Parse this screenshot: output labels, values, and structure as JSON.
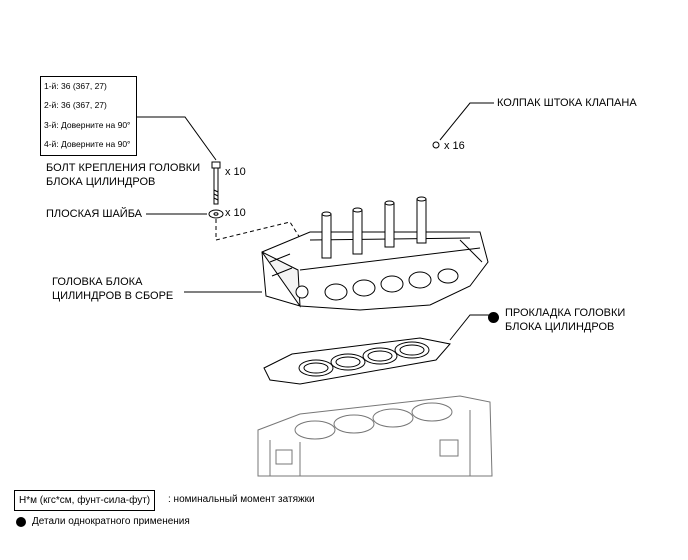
{
  "torque_spec": {
    "steps": [
      "1-й: 36 (367, 27)",
      "2-й: 36 (367, 27)",
      "3-й: Доверните на 90°",
      "4-й: Доверните на 90°"
    ]
  },
  "parts": {
    "bolt": {
      "line1": "БОЛТ КРЕПЛЕНИЯ ГОЛОВКИ",
      "line2": "БЛОКА ЦИЛИНДРОВ",
      "qty": "x 10"
    },
    "washer": {
      "label": "ПЛОСКАЯ ШАЙБА",
      "qty": "x 10"
    },
    "valve_cap": {
      "label": "КОЛПАК ШТОКА КЛАПАНА",
      "qty": "x 16"
    },
    "head_assy": {
      "line1": "ГОЛОВКА БЛОКА",
      "line2": "ЦИЛИНДРОВ В СБОРЕ"
    },
    "gasket": {
      "line1": "ПРОКЛАДКА ГОЛОВКИ",
      "line2": "БЛОКА ЦИЛИНДРОВ"
    }
  },
  "legend": {
    "unit_box": "Н*м (кгс*см, фунт-сила-фут)",
    "unit_desc": ": номинальный момент затяжки",
    "non_reusable": "Детали однократного применения"
  }
}
